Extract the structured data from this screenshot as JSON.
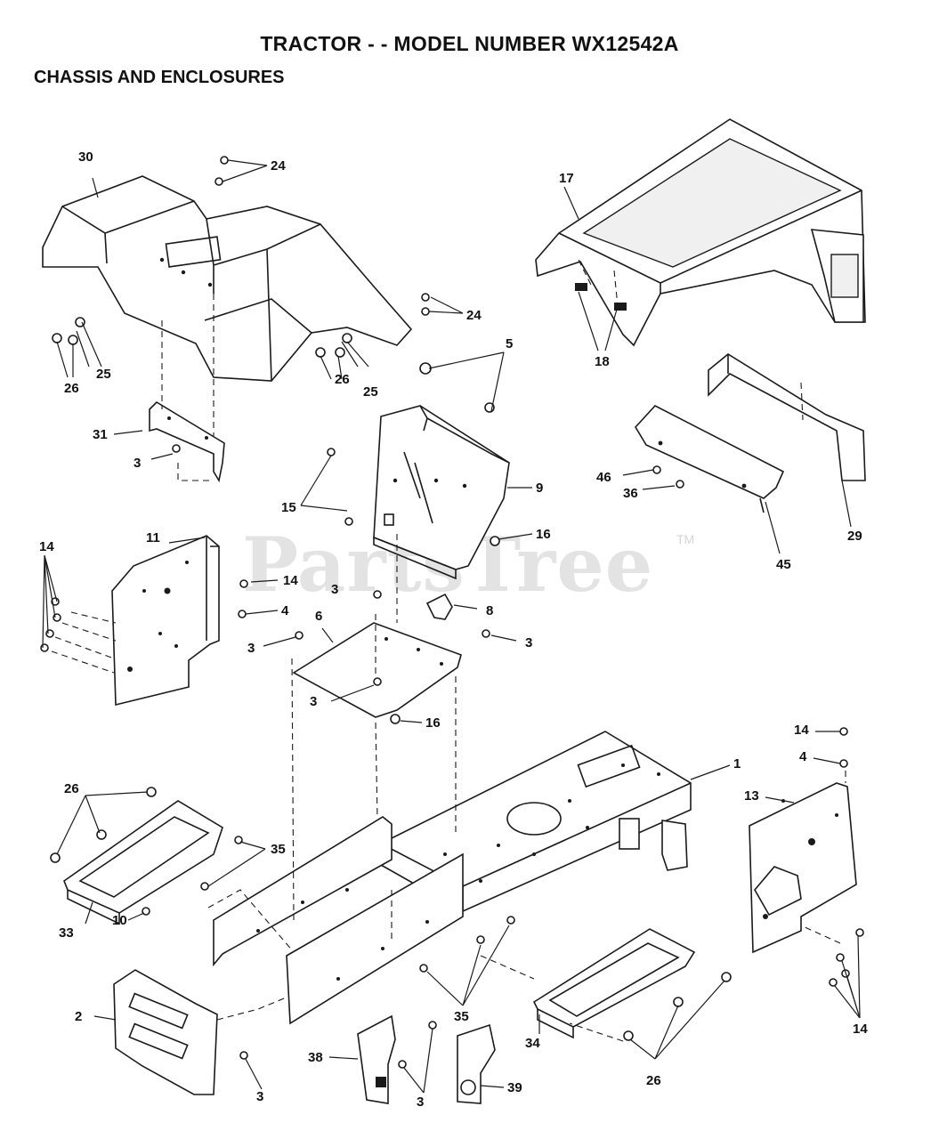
{
  "title": "TRACTOR - - MODEL NUMBER WX12542A",
  "subtitle": "CHASSIS AND ENCLOSURES",
  "watermark": "PartsTree",
  "watermark_tm": "TM",
  "callouts": {
    "c30": "30",
    "c24a": "24",
    "c24b": "24",
    "c17": "17",
    "c25a": "25",
    "c26a": "26",
    "c25b": "25",
    "c26b": "26",
    "c18": "18",
    "c5": "5",
    "c31": "31",
    "c3a": "3",
    "c9": "9",
    "c46": "46",
    "c36": "36",
    "c15": "15",
    "c16a": "16",
    "c29": "29",
    "c45": "45",
    "c14a": "14",
    "c11": "11",
    "c14b": "14",
    "c3b": "3",
    "c4a": "4",
    "c8": "8",
    "c6": "6",
    "c3c": "3",
    "c3d": "3",
    "c3e": "3",
    "c16b": "16",
    "c14c": "14",
    "c4b": "4",
    "c1": "1",
    "c13": "13",
    "c26c": "26",
    "c35a": "35",
    "c33": "33",
    "c10": "10",
    "c2": "2",
    "c35b": "35",
    "c14d": "14",
    "c34": "34",
    "c38": "38",
    "c3f": "3",
    "c3g": "3",
    "c39": "39",
    "c26d": "26"
  }
}
